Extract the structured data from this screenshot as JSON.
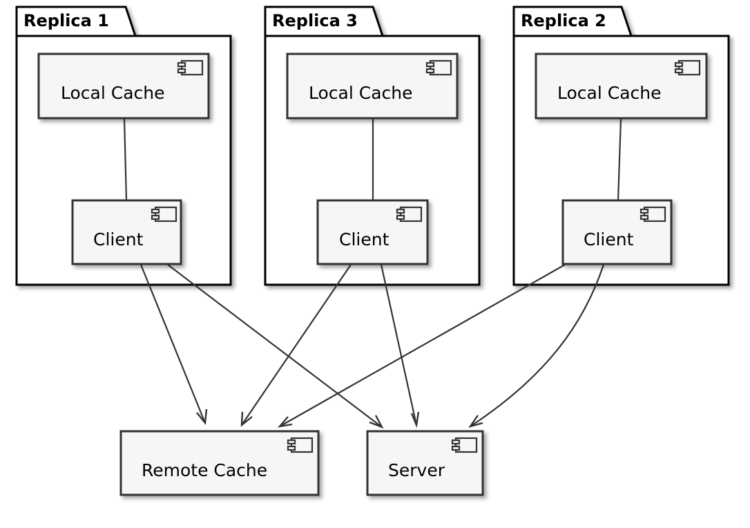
{
  "diagram": {
    "packages": [
      {
        "id": "replica-1",
        "title": "Replica 1"
      },
      {
        "id": "replica-3",
        "title": "Replica 3"
      },
      {
        "id": "replica-2",
        "title": "Replica 2"
      }
    ],
    "components": {
      "replica1_local_cache": "Local Cache",
      "replica1_client": "Client",
      "replica3_local_cache": "Local Cache",
      "replica3_client": "Client",
      "replica2_local_cache": "Local Cache",
      "replica2_client": "Client",
      "remote_cache": "Remote Cache",
      "server": "Server"
    },
    "edges": [
      {
        "from": "replica1_local_cache",
        "to": "replica1_client",
        "directed": false
      },
      {
        "from": "replica3_local_cache",
        "to": "replica3_client",
        "directed": false
      },
      {
        "from": "replica2_local_cache",
        "to": "replica2_client",
        "directed": false
      },
      {
        "from": "replica1_client",
        "to": "remote_cache",
        "directed": true
      },
      {
        "from": "replica1_client",
        "to": "server",
        "directed": true
      },
      {
        "from": "replica3_client",
        "to": "remote_cache",
        "directed": true
      },
      {
        "from": "replica3_client",
        "to": "server",
        "directed": true
      },
      {
        "from": "replica2_client",
        "to": "remote_cache",
        "directed": true
      },
      {
        "from": "replica2_client",
        "to": "server",
        "directed": true
      }
    ],
    "colors": {
      "component_fill": "#F6F6F6",
      "stroke": "#333333",
      "frame_stroke": "#000000"
    }
  }
}
